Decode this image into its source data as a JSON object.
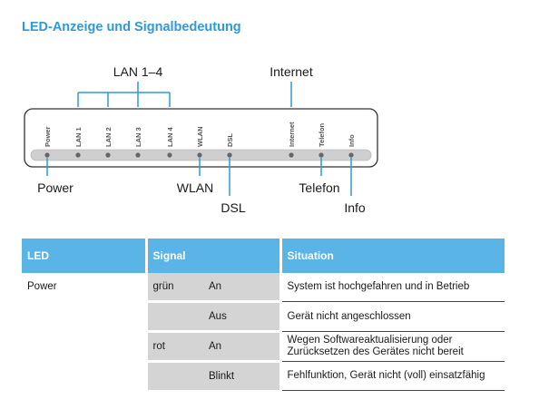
{
  "heading": "LED-Anzeige und Signalbedeutung",
  "diagram": {
    "group_label": "LAN 1–4",
    "internet_callout": "Internet",
    "panel_leds": [
      "Power",
      "LAN 1",
      "LAN 2",
      "LAN 3",
      "LAN 4",
      "WLAN",
      "DSL",
      "Internet",
      "Telefon",
      "Info"
    ],
    "callouts": {
      "power": "Power",
      "wlan": "WLAN",
      "dsl": "DSL",
      "telefon": "Telefon",
      "info": "Info"
    }
  },
  "table": {
    "headers": {
      "led": "LED",
      "signal": "Signal",
      "situation": "Situation"
    },
    "led_name": "Power",
    "rows": [
      {
        "color": "grün",
        "state": "An",
        "situation": "System ist hochgefahren und in Betrieb"
      },
      {
        "color": "",
        "state": "Aus",
        "situation": "Gerät nicht angeschlossen"
      },
      {
        "color": "rot",
        "state": "An",
        "situation_line1": "Wegen Softwareaktualisierung oder",
        "situation_line2": "Zurücksetzen des Gerätes nicht bereit"
      },
      {
        "color": "",
        "state": "Blinkt",
        "situation": "Fehlfunktion, Gerät nicht (voll) einsatzfähig"
      }
    ]
  }
}
